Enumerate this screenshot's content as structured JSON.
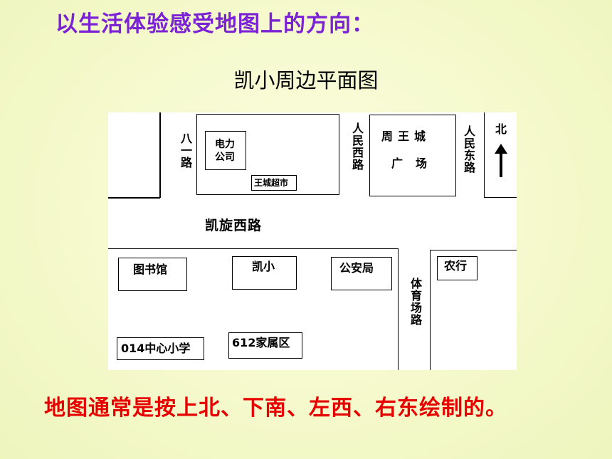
{
  "heading": "以生活体验感受地图上的方向：",
  "map": {
    "title": "凯小周边平面图",
    "roads": {
      "bayi": "八一路",
      "renmin_west": "人民西路",
      "renmin_east": "人民东路",
      "kaixuan_west": "凯旋西路",
      "tiyuchang": "体育场路"
    },
    "places": {
      "power_co": "电力公司",
      "wangcheng_market": "王城超市",
      "square": "周王城广场",
      "library": "图书馆",
      "kaixiao": "凯小",
      "police": "公安局",
      "bank": "农行",
      "school_014": "014中心小学",
      "housing_612": "612家属区"
    },
    "north_label": "北"
  },
  "conclusion": "地图通常是按上北、下南、左西、右东绘制的。"
}
